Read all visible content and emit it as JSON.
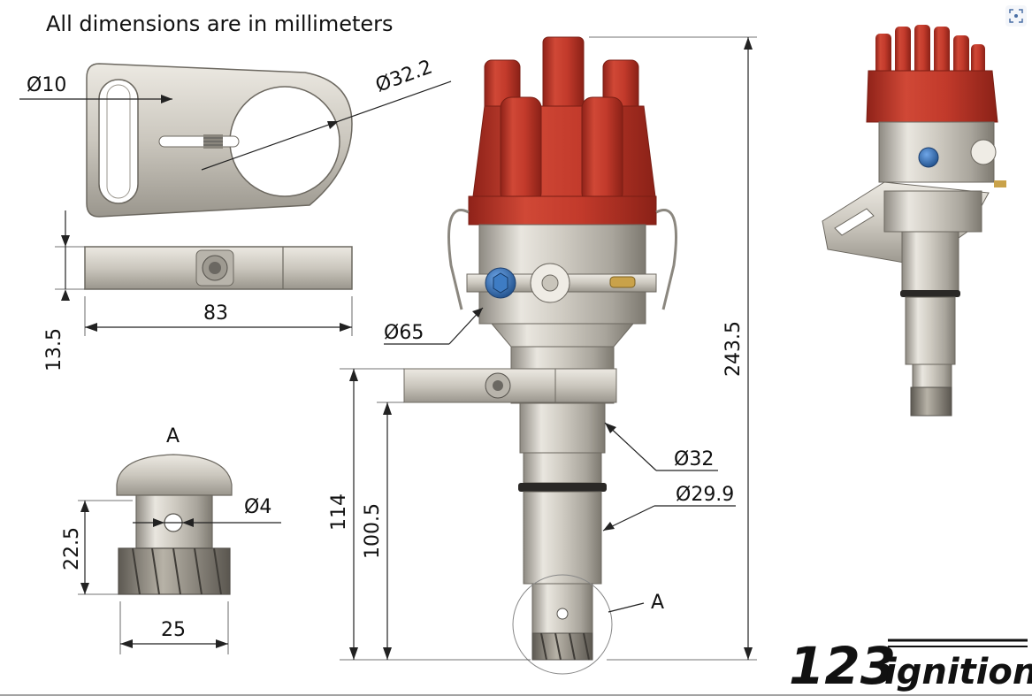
{
  "header": {
    "note": "All dimensions are in millimeters"
  },
  "dimensions": {
    "mount_slot": "Ø10",
    "mount_bore": "Ø32.2",
    "bracket_length": "83",
    "bracket_thickness": "13.5",
    "body_diameter": "Ø65",
    "total_height": "243.5",
    "shaft_upper": "Ø32",
    "shaft_lower": "Ø29.9",
    "height_114": "114",
    "height_100": "100.5",
    "detail_label": "A",
    "detail_label_callout": "A",
    "gear_pin": "Ø4",
    "gear_height": "22.5",
    "gear_width": "25"
  },
  "brand": {
    "numeral": "123",
    "word": "ignition"
  },
  "colors": {
    "cap": "#c2392b",
    "metal": "#c9c5bb",
    "screw": "#2f6db3",
    "ink": "#111111"
  },
  "icons": {
    "scan": "scan-icon"
  }
}
